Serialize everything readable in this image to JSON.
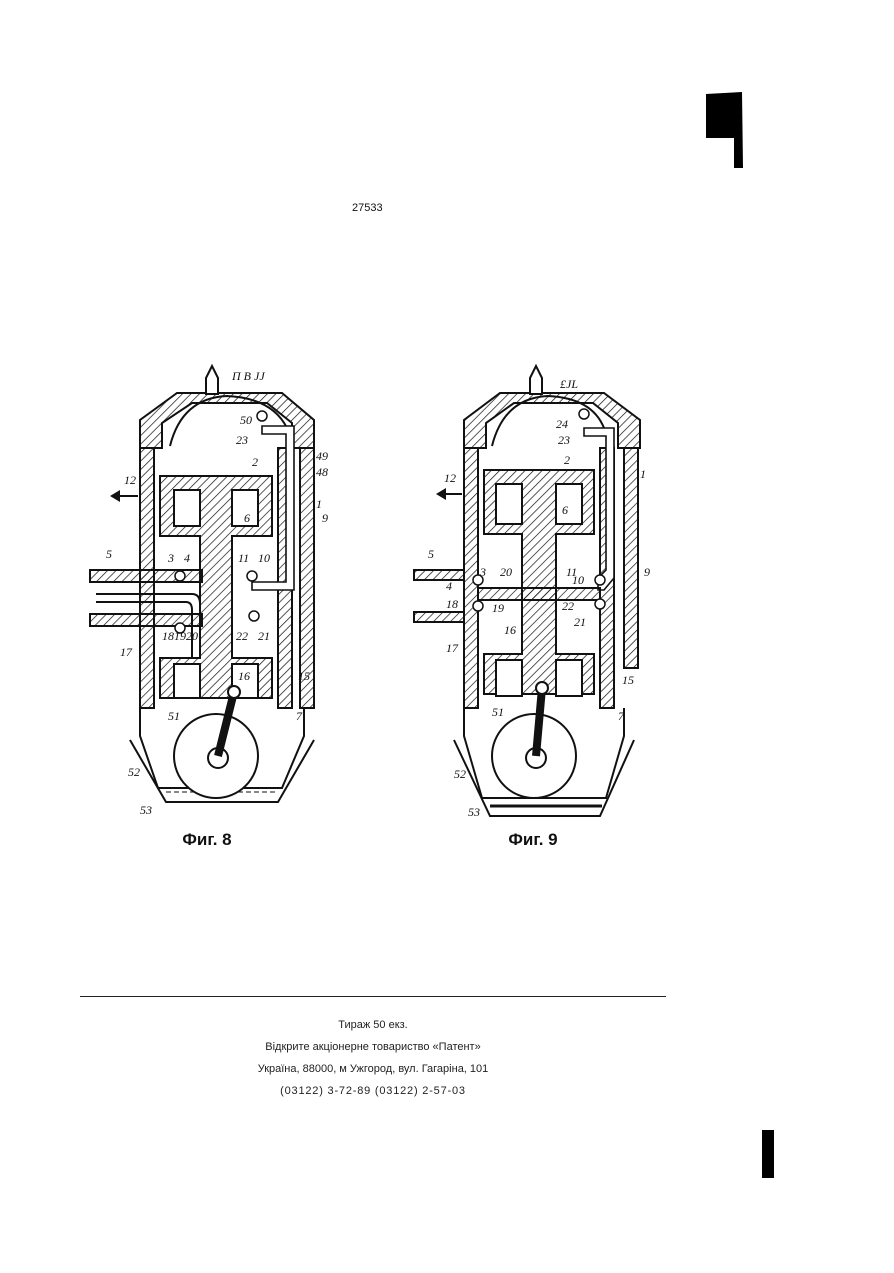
{
  "page": {
    "number": "27533"
  },
  "figures": [
    {
      "caption": "Фиг. 8",
      "top_label": "П В JJ",
      "refs": [
        "50",
        "23",
        "49",
        "48",
        "1",
        "9",
        "2",
        "6",
        "12",
        "5",
        "3",
        "4",
        "11",
        "10",
        "17",
        "18",
        "19",
        "20",
        "22",
        "21",
        "16",
        "15",
        "51",
        "7",
        "52",
        "53"
      ]
    },
    {
      "caption": "Фиг. 9",
      "top_label": "£JL",
      "refs": [
        "24",
        "23",
        "1",
        "2",
        "6",
        "12",
        "5",
        "3",
        "20",
        "4",
        "11",
        "10",
        "9",
        "18",
        "19",
        "22",
        "21",
        "16",
        "17",
        "15",
        "51",
        "7",
        "52",
        "53"
      ]
    }
  ],
  "footer": {
    "line1": "Тираж 50 екз.",
    "line2": "Відкрите акціонерне товариство «Патент»",
    "line3": "Україна, 88000, м Ужгород, вул. Гагаріна, 101",
    "line4": "(03122) 3-72-89 (03122) 2-57-03"
  }
}
